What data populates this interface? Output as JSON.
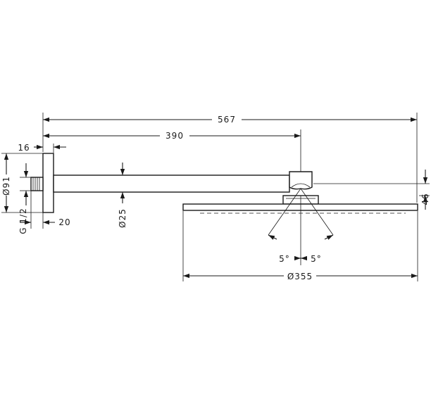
{
  "dimensions": {
    "total_length": "567",
    "arm_length": "390",
    "flange_thickness": "16",
    "flange_diameter": "Ø91",
    "thread": "G 1/2",
    "thread_projection": "20",
    "arm_diameter": "Ø25",
    "head_height": "46",
    "head_diameter": "Ø355",
    "tilt_left": "5°",
    "tilt_right": "5°"
  }
}
